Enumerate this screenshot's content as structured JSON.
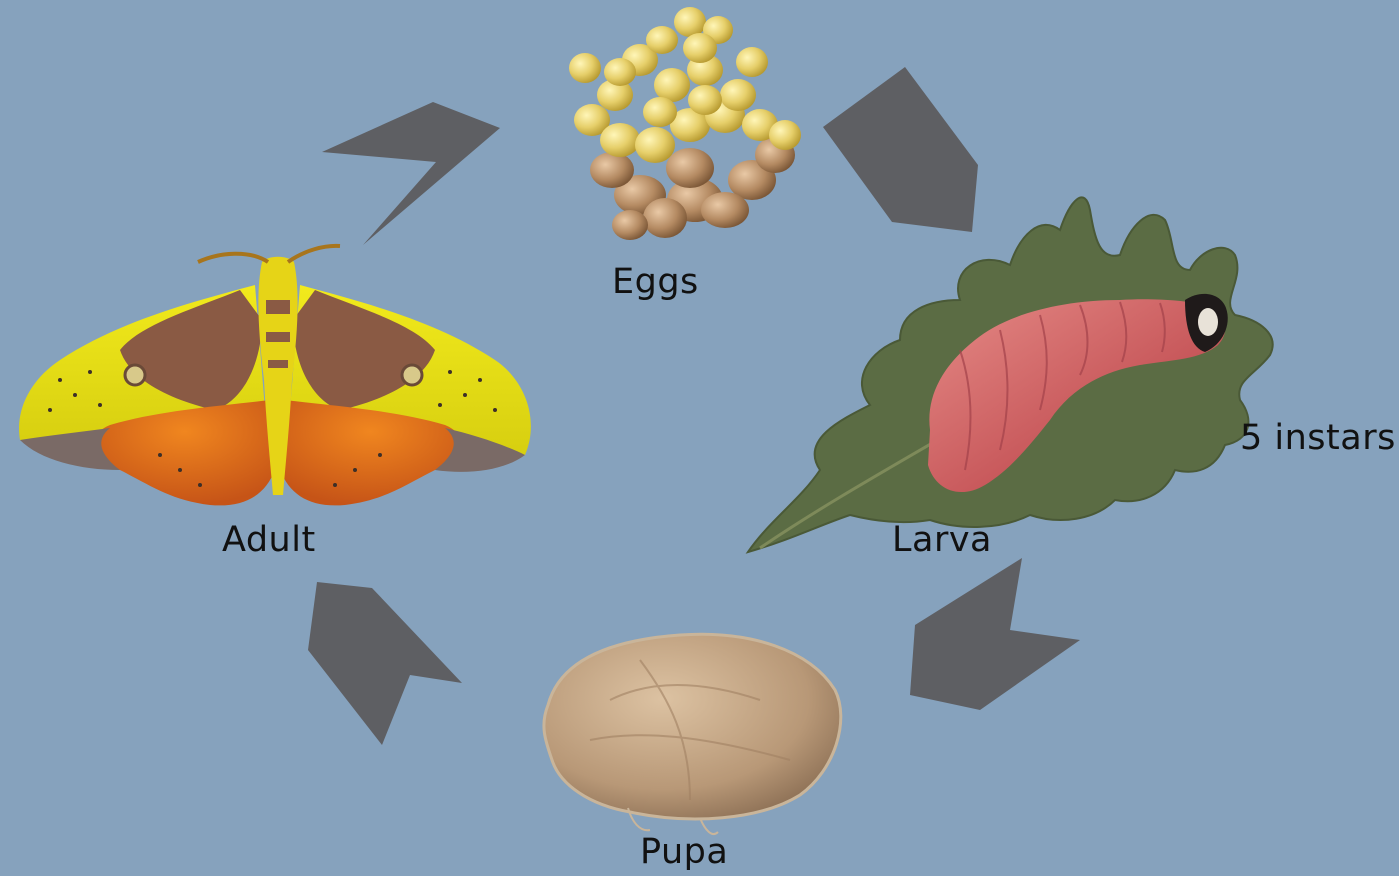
{
  "background_color": "#86a2bd",
  "arrow_color": "#5e5f63",
  "stages": {
    "eggs": {
      "label": "Eggs",
      "icon": "eggs-cluster-icon"
    },
    "larva": {
      "label": "Larva",
      "note": "5 instars",
      "icon": "caterpillar-on-leaf-icon"
    },
    "pupa": {
      "label": "Pupa",
      "icon": "cocoon-icon"
    },
    "adult": {
      "label": "Adult",
      "icon": "moth-icon"
    }
  }
}
